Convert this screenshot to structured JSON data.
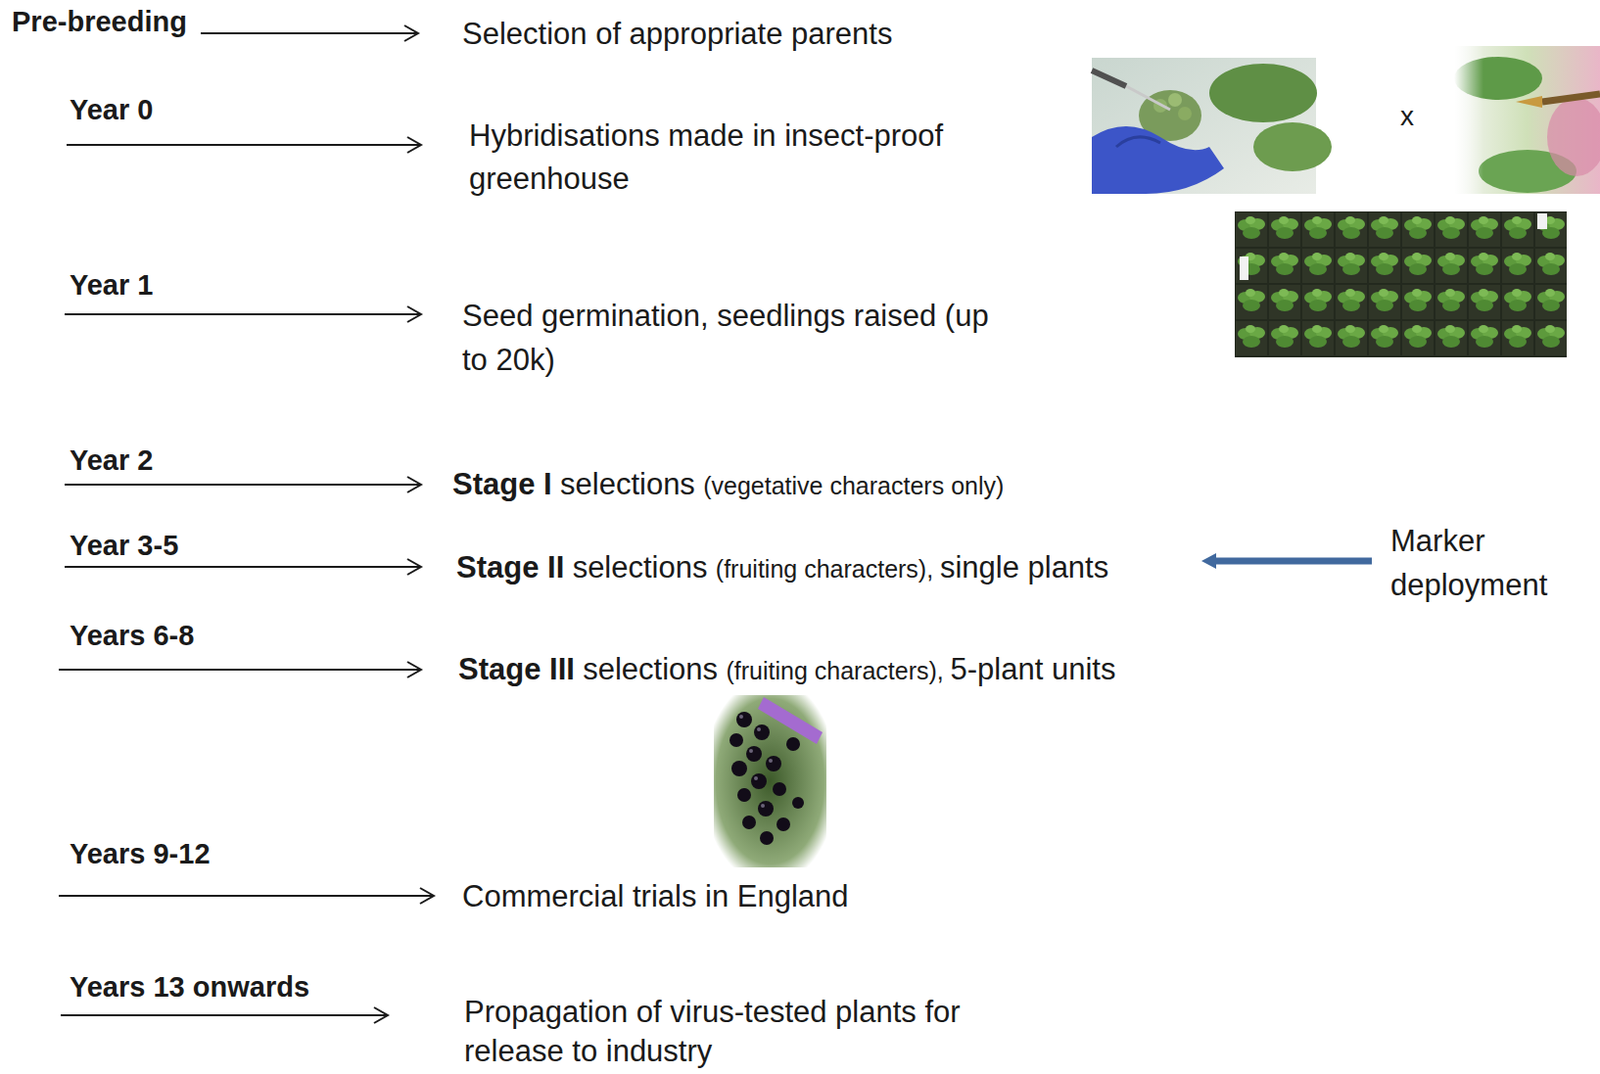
{
  "diagram": {
    "labels": [
      "Pre-breeding",
      "Selection of appropriate parents",
      "Year 0",
      "Hybridisations made in insect-proof greenhouse",
      "x",
      "Year 1",
      "Seed germination, seedlings raised (up to 20k)",
      "Year 2",
      "Stage I",
      "selections",
      "(vegetative characters only)",
      "Year 3-5",
      "Stage II",
      "selections",
      "(fruiting characters),",
      "single plants",
      "Marker deployment",
      "Years 6-8",
      "Stage III",
      "selections",
      "(fruiting characters),",
      "5-plant units",
      "Years 9-12",
      "Commercial trials in England",
      "Years 13 onwards",
      "Propagation of virus-tested plants for release to industry"
    ]
  }
}
